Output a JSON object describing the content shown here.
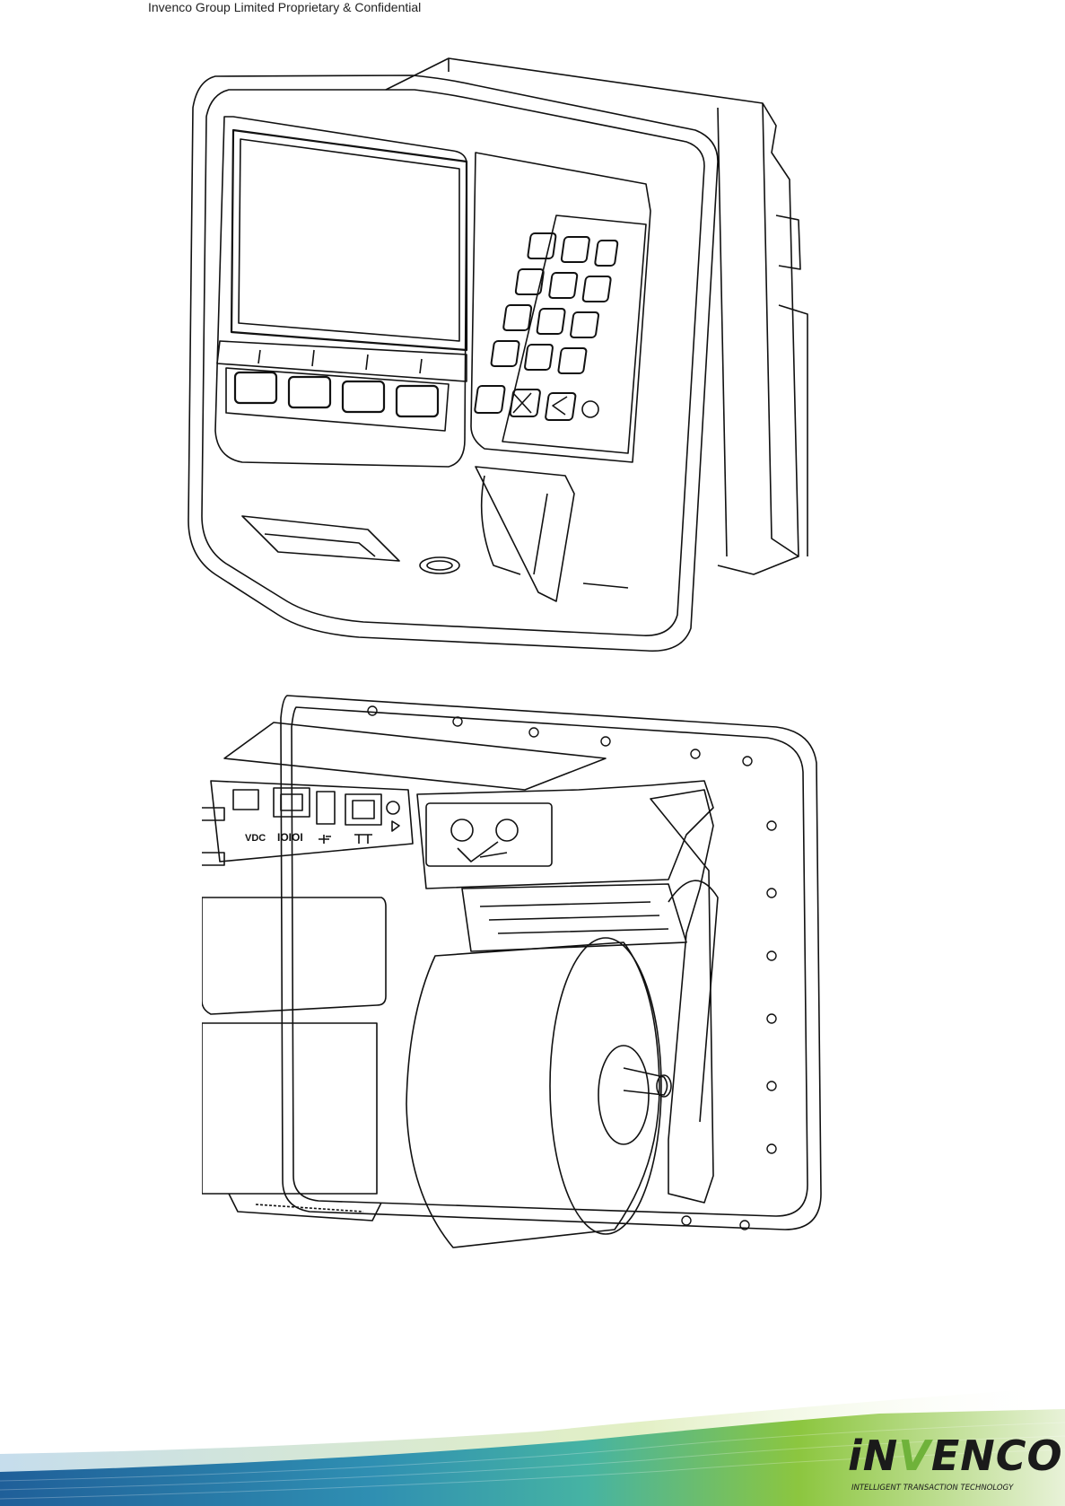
{
  "header": {
    "text": "Invenco Group Limited Proprietary & Confidential"
  },
  "rear_panel_labels": {
    "vdc": "VDC",
    "serial": "IOIOI"
  },
  "logo": {
    "pre": "iN",
    "v": "V",
    "post": "ENCO",
    "tagline": "INTELLIGENT TRANSACTION TECHNOLOGY"
  },
  "colors": {
    "footer_blue": "#2a6fa8",
    "footer_teal": "#3fb3a6",
    "footer_green": "#8cc63f",
    "logo_green": "#6fb23a"
  }
}
